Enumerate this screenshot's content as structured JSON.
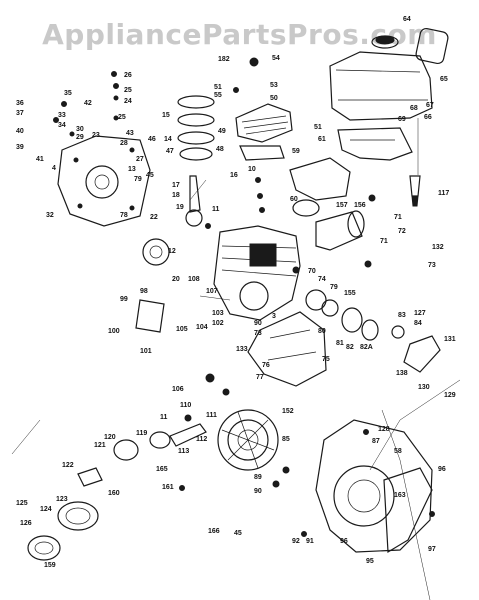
{
  "watermark": "AppliancePartsPros.com",
  "callouts": [
    {
      "id": "c64",
      "text": "64"
    },
    {
      "id": "c26",
      "text": "26"
    },
    {
      "id": "c182",
      "text": "182"
    },
    {
      "id": "c54",
      "text": "54"
    },
    {
      "id": "c25a",
      "text": "25"
    },
    {
      "id": "c24a",
      "text": "24"
    },
    {
      "id": "c35",
      "text": "35"
    },
    {
      "id": "c36",
      "text": "36"
    },
    {
      "id": "c37",
      "text": "37"
    },
    {
      "id": "c42",
      "text": "42"
    },
    {
      "id": "c53",
      "text": "53"
    },
    {
      "id": "c51a",
      "text": "51"
    },
    {
      "id": "c55",
      "text": "55"
    },
    {
      "id": "c50",
      "text": "50"
    },
    {
      "id": "c65",
      "text": "65"
    },
    {
      "id": "c66",
      "text": "66"
    },
    {
      "id": "c67",
      "text": "67"
    },
    {
      "id": "c68",
      "text": "68"
    },
    {
      "id": "c69",
      "text": "69"
    },
    {
      "id": "c33",
      "text": "33"
    },
    {
      "id": "c34",
      "text": "34"
    },
    {
      "id": "c40",
      "text": "40"
    },
    {
      "id": "c39",
      "text": "39"
    },
    {
      "id": "c30",
      "text": "30"
    },
    {
      "id": "c29",
      "text": "29"
    },
    {
      "id": "c23",
      "text": "23"
    },
    {
      "id": "c25b",
      "text": "25"
    },
    {
      "id": "c43",
      "text": "43"
    },
    {
      "id": "c15",
      "text": "15"
    },
    {
      "id": "c49",
      "text": "49"
    },
    {
      "id": "c51b",
      "text": "51"
    },
    {
      "id": "c61",
      "text": "61"
    },
    {
      "id": "c41",
      "text": "41"
    },
    {
      "id": "c28",
      "text": "28"
    },
    {
      "id": "c46",
      "text": "46"
    },
    {
      "id": "c14",
      "text": "14"
    },
    {
      "id": "c47",
      "text": "47"
    },
    {
      "id": "c48",
      "text": "48"
    },
    {
      "id": "c59",
      "text": "59"
    },
    {
      "id": "c4",
      "text": "4"
    },
    {
      "id": "c27",
      "text": "27"
    },
    {
      "id": "c16",
      "text": "16"
    },
    {
      "id": "c13",
      "text": "13"
    },
    {
      "id": "c10",
      "text": "10"
    },
    {
      "id": "c117",
      "text": "117"
    },
    {
      "id": "c79",
      "text": "79"
    },
    {
      "id": "c45",
      "text": "45"
    },
    {
      "id": "c17",
      "text": "17"
    },
    {
      "id": "c18",
      "text": "18"
    },
    {
      "id": "c60",
      "text": "60"
    },
    {
      "id": "c32",
      "text": "32"
    },
    {
      "id": "c78",
      "text": "78"
    },
    {
      "id": "c19",
      "text": "19"
    },
    {
      "id": "c157",
      "text": "157"
    },
    {
      "id": "c156",
      "text": "156"
    },
    {
      "id": "c71a",
      "text": "71"
    },
    {
      "id": "c72",
      "text": "72"
    },
    {
      "id": "c11",
      "text": "11"
    },
    {
      "id": "c22",
      "text": "22"
    },
    {
      "id": "c71b",
      "text": "71"
    },
    {
      "id": "c12",
      "text": "12"
    },
    {
      "id": "c132",
      "text": "132"
    },
    {
      "id": "c20",
      "text": "20"
    },
    {
      "id": "c73",
      "text": "73"
    },
    {
      "id": "c108",
      "text": "108"
    },
    {
      "id": "c70",
      "text": "70"
    },
    {
      "id": "c74",
      "text": "74"
    },
    {
      "id": "c99",
      "text": "99"
    },
    {
      "id": "c98",
      "text": "98"
    },
    {
      "id": "c107",
      "text": "107"
    },
    {
      "id": "c79b",
      "text": "79"
    },
    {
      "id": "c155",
      "text": "155"
    },
    {
      "id": "c103",
      "text": "103"
    },
    {
      "id": "c102",
      "text": "102"
    },
    {
      "id": "c104",
      "text": "104"
    },
    {
      "id": "c105",
      "text": "105"
    },
    {
      "id": "c100",
      "text": "100"
    },
    {
      "id": "c101",
      "text": "101"
    },
    {
      "id": "c3",
      "text": "3"
    },
    {
      "id": "c80",
      "text": "80"
    },
    {
      "id": "c81",
      "text": "81"
    },
    {
      "id": "c82",
      "text": "82"
    },
    {
      "id": "c82a",
      "text": "82A"
    },
    {
      "id": "c83",
      "text": "83"
    },
    {
      "id": "c127",
      "text": "127"
    },
    {
      "id": "c84",
      "text": "84"
    },
    {
      "id": "c131",
      "text": "131"
    },
    {
      "id": "c90",
      "text": "90"
    },
    {
      "id": "c73b",
      "text": "73"
    },
    {
      "id": "c133",
      "text": "133"
    },
    {
      "id": "c76",
      "text": "76"
    },
    {
      "id": "c77",
      "text": "77"
    },
    {
      "id": "c75",
      "text": "75"
    },
    {
      "id": "c138",
      "text": "138"
    },
    {
      "id": "c130",
      "text": "130"
    },
    {
      "id": "c129",
      "text": "129"
    },
    {
      "id": "c106",
      "text": "106"
    },
    {
      "id": "c110",
      "text": "110"
    },
    {
      "id": "c152",
      "text": "152"
    },
    {
      "id": "c11b",
      "text": "11"
    },
    {
      "id": "c111",
      "text": "111"
    },
    {
      "id": "c128",
      "text": "128"
    },
    {
      "id": "c87a",
      "text": "87"
    },
    {
      "id": "c120",
      "text": "120"
    },
    {
      "id": "c119",
      "text": "119"
    },
    {
      "id": "c112",
      "text": "112"
    },
    {
      "id": "c113",
      "text": "113"
    },
    {
      "id": "c85",
      "text": "85"
    },
    {
      "id": "c121",
      "text": "121"
    },
    {
      "id": "c58",
      "text": "58"
    },
    {
      "id": "c96a",
      "text": "96"
    },
    {
      "id": "c165",
      "text": "165"
    },
    {
      "id": "c89",
      "text": "89"
    },
    {
      "id": "c122",
      "text": "122"
    },
    {
      "id": "c161",
      "text": "161"
    },
    {
      "id": "c90b",
      "text": "90"
    },
    {
      "id": "c160",
      "text": "160"
    },
    {
      "id": "c163",
      "text": "163"
    },
    {
      "id": "c125",
      "text": "125"
    },
    {
      "id": "c123",
      "text": "123"
    },
    {
      "id": "c124",
      "text": "124"
    },
    {
      "id": "c166",
      "text": "166"
    },
    {
      "id": "c45b",
      "text": "45"
    },
    {
      "id": "c92",
      "text": "92"
    },
    {
      "id": "c91",
      "text": "91"
    },
    {
      "id": "c96b",
      "text": "96"
    },
    {
      "id": "c97",
      "text": "97"
    },
    {
      "id": "c126",
      "text": "126"
    },
    {
      "id": "c159",
      "text": "159"
    },
    {
      "id": "c95",
      "text": "95"
    }
  ]
}
